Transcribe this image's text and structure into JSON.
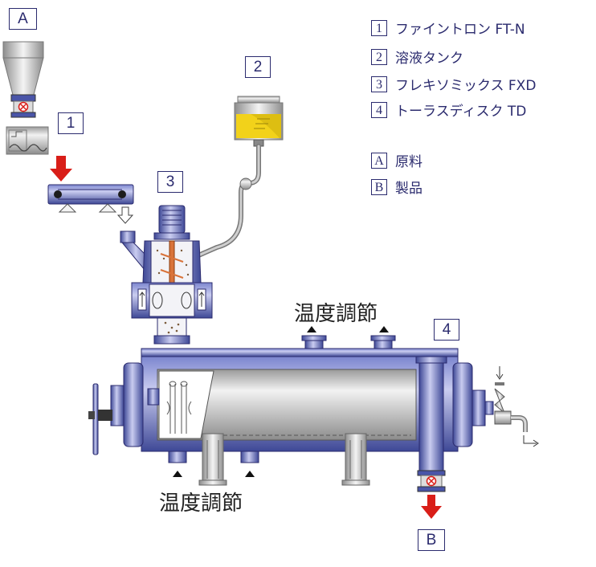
{
  "labels": {
    "A": "A",
    "B": "B",
    "n1": "1",
    "n2": "2",
    "n3": "3",
    "n4": "4"
  },
  "legend": [
    {
      "key": "1",
      "text": "ファイントロン FT-N"
    },
    {
      "key": "2",
      "text": "溶液タンク"
    },
    {
      "key": "3",
      "text": "フレキソミックス FXD"
    },
    {
      "key": "4",
      "text": "トーラスディスク TD"
    },
    {
      "key": "A",
      "text": "原料"
    },
    {
      "key": "B",
      "text": "製品"
    }
  ],
  "annotations": {
    "temp_top": "温度調節",
    "temp_bottom": "温度調節"
  },
  "colors": {
    "equipment_blue": "#4a55a8",
    "equipment_light": "#b9bde6",
    "flow_red": "#d91e18",
    "label_navy": "#2b2b6e",
    "solution_yellow": "#f2d21a"
  }
}
